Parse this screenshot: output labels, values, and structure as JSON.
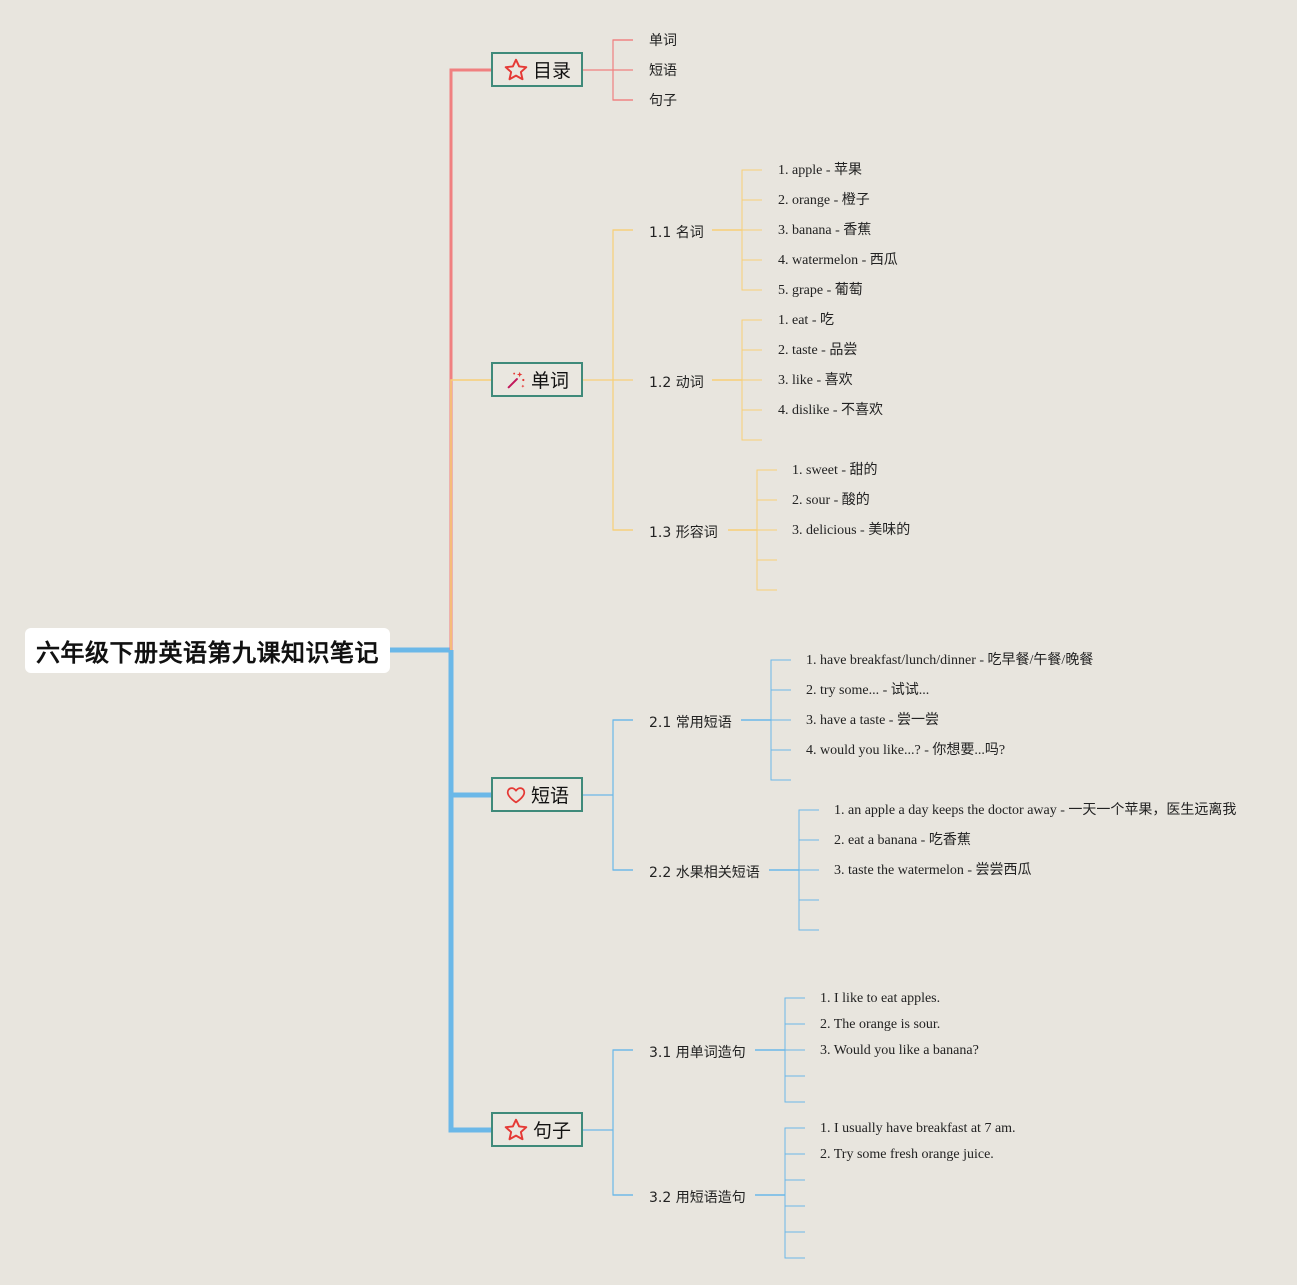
{
  "title": "六年级下册英语第九课知识笔记",
  "colors": {
    "toc": "#f08080",
    "words": "#f7cf77",
    "phrases": "#6bb8e8",
    "sentences": "#6bb8e8",
    "branch_border": "#3f8a7a",
    "background": "#e8e5de"
  },
  "branches": {
    "toc": {
      "label": "目录",
      "icon": "star-icon",
      "items": [
        "单词",
        "短语",
        "句子"
      ]
    },
    "words": {
      "label": "单词",
      "icon": "magic-wand-icon",
      "nouns": {
        "label": "1.1 名词",
        "items": [
          "1. apple - 苹果",
          "2. orange - 橙子",
          "3. banana - 香蕉",
          "4. watermelon - 西瓜",
          "5. grape - 葡萄"
        ]
      },
      "verbs": {
        "label": "1.2 动词",
        "items": [
          "1. eat - 吃",
          "2. taste - 品尝",
          "3. like - 喜欢",
          "4. dislike - 不喜欢"
        ]
      },
      "adjectives": {
        "label": "1.3 形容词",
        "items": [
          "1. sweet - 甜的",
          "2. sour - 酸的",
          "3. delicious - 美味的"
        ]
      }
    },
    "phrases": {
      "label": "短语",
      "icon": "heart-icon",
      "common": {
        "label": "2.1 常用短语",
        "items": [
          "1. have breakfast/lunch/dinner - 吃早餐/午餐/晚餐",
          "2. try some... - 试试...",
          "3. have a taste - 尝一尝",
          "4. would you like...? - 你想要...吗?"
        ]
      },
      "fruit": {
        "label": "2.2 水果相关短语",
        "items": [
          "1. an apple a day keeps the doctor away - 一天一个苹果，医生远离我",
          "2. eat a banana - 吃香蕉",
          "3. taste the watermelon - 尝尝西瓜"
        ]
      }
    },
    "sentences": {
      "label": "句子",
      "icon": "star-icon",
      "word_sentences": {
        "label": "3.1 用单词造句",
        "items": [
          "1. I like to eat apples.",
          "2. The orange is sour.",
          "3. Would you like a banana?"
        ]
      },
      "phrase_sentences": {
        "label": "3.2 用短语造句",
        "items": [
          "1. I usually have breakfast at 7 am.",
          "2. Try some fresh orange juice."
        ]
      }
    }
  }
}
